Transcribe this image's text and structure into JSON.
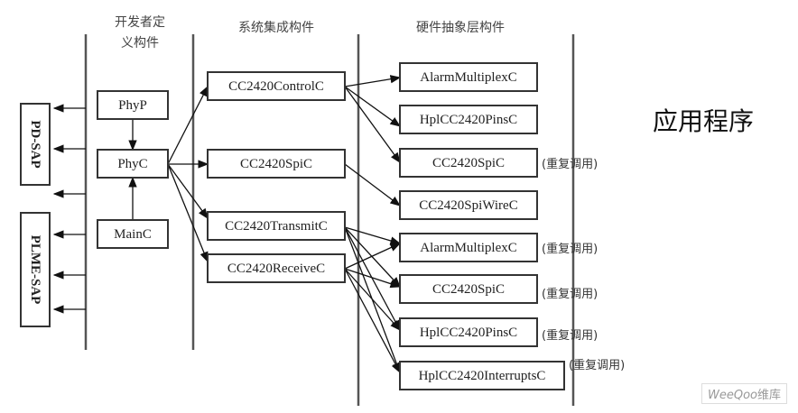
{
  "columns": {
    "developer": [
      "开发者定",
      "义构件"
    ],
    "system": "系统集成构件",
    "hardware": "硬件抽象层构件"
  },
  "app_label": "应用程序",
  "saps": [
    {
      "id": "pd-sap",
      "label": "PD-SAP"
    },
    {
      "id": "plme-sap",
      "label": "PLME-SAP"
    }
  ],
  "developer_components": [
    {
      "id": "PhyP",
      "label": "PhyP"
    },
    {
      "id": "PhyC",
      "label": "PhyC"
    },
    {
      "id": "MainC",
      "label": "MainC"
    }
  ],
  "system_components": [
    {
      "id": "CC2420ControlC",
      "label": "CC2420ControlC"
    },
    {
      "id": "CC2420SpiC_sys",
      "label": "CC2420SpiC"
    },
    {
      "id": "CC2420TransmitC",
      "label": "CC2420TransmitC"
    },
    {
      "id": "CC2420ReceiveC",
      "label": "CC2420ReceiveC"
    }
  ],
  "hardware_components": [
    {
      "id": "hw0",
      "label": "AlarmMultiplexC",
      "note": ""
    },
    {
      "id": "hw1",
      "label": "HplCC2420PinsC",
      "note": ""
    },
    {
      "id": "hw2",
      "label": "CC2420SpiC",
      "note": "(重复调用)"
    },
    {
      "id": "hw3",
      "label": "CC2420SpiWireC",
      "note": ""
    },
    {
      "id": "hw4",
      "label": "AlarmMultiplexC",
      "note": "(重复调用)"
    },
    {
      "id": "hw5",
      "label": "CC2420SpiC",
      "note": "(重复调用)"
    },
    {
      "id": "hw6",
      "label": "HplCC2420PinsC",
      "note": "(重复调用)"
    },
    {
      "id": "hw7",
      "label": "HplCC2420InterruptsC",
      "note": "(重复调用)"
    }
  ],
  "edges": [
    {
      "from": "PhyP",
      "to": "PhyC"
    },
    {
      "from": "MainC",
      "to": "PhyC"
    },
    {
      "from": "PhyC",
      "to": "CC2420ControlC"
    },
    {
      "from": "PhyC",
      "to": "CC2420SpiC_sys"
    },
    {
      "from": "PhyC",
      "to": "CC2420TransmitC"
    },
    {
      "from": "PhyC",
      "to": "CC2420ReceiveC"
    },
    {
      "from": "CC2420ControlC",
      "to": "hw0"
    },
    {
      "from": "CC2420ControlC",
      "to": "hw1"
    },
    {
      "from": "CC2420ControlC",
      "to": "hw2"
    },
    {
      "from": "CC2420SpiC_sys",
      "to": "hw3"
    },
    {
      "from": "CC2420TransmitC",
      "to": "hw4"
    },
    {
      "from": "CC2420TransmitC",
      "to": "hw5"
    },
    {
      "from": "CC2420TransmitC",
      "to": "hw6"
    },
    {
      "from": "CC2420TransmitC",
      "to": "hw7"
    },
    {
      "from": "CC2420ReceiveC",
      "to": "hw4"
    },
    {
      "from": "CC2420ReceiveC",
      "to": "hw5"
    },
    {
      "from": "CC2420ReceiveC",
      "to": "hw6"
    },
    {
      "from": "CC2420ReceiveC",
      "to": "hw7"
    }
  ],
  "sap_arrow_count": 6,
  "watermark": {
    "latin": "WeeQoo",
    "cn": "维库"
  }
}
